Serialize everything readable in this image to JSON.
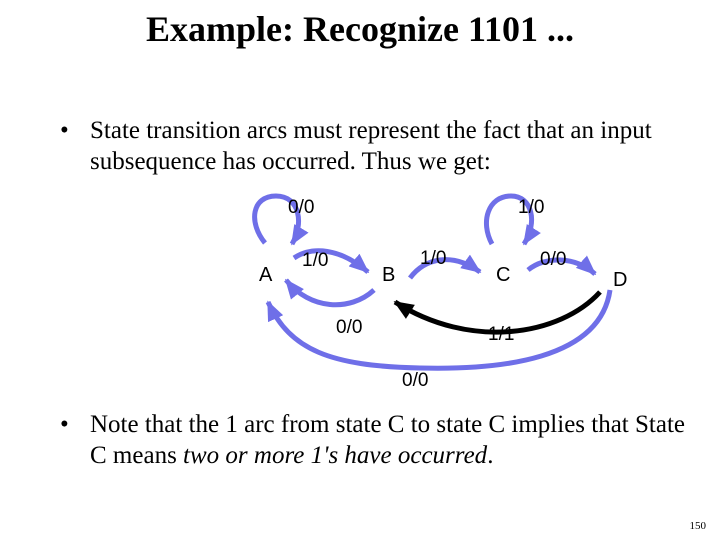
{
  "title": "Example: Recognize 1101 ...",
  "bullets": [
    {
      "marker": "•",
      "text": "State transition arcs must represent the fact that an input subsequence has occurred.   Thus we get:"
    },
    {
      "marker": "•",
      "text_before": "Note that the 1 arc from state C to state C implies that State C means ",
      "text_italic": "two or more 1's have occurred",
      "text_after": "."
    }
  ],
  "diagram": {
    "states": [
      "A",
      "B",
      "C",
      "D"
    ],
    "arc_color": "#6f6fe8",
    "back_arc_color": "#000000",
    "labels": {
      "a_self": "0/0",
      "c_self": "1/0",
      "a_to_b": "1/0",
      "b_to_c": "1/0",
      "c_to_d": "0/0",
      "b_to_a": "0/0",
      "d_to_b": "1/1",
      "d_to_a": "0/0"
    }
  },
  "page_number": "150"
}
